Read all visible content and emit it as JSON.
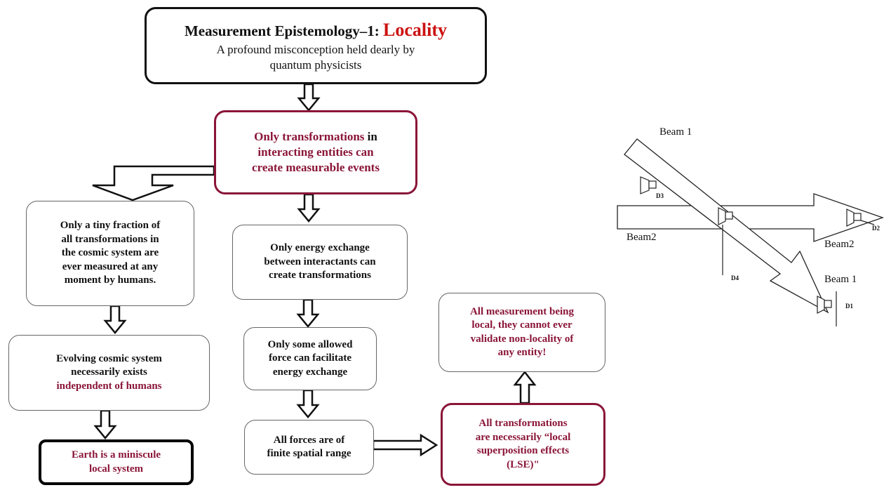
{
  "title_box": {
    "heading": "Measurement Epistemology–1:",
    "heading_highlight": "Locality",
    "subtitle_line1": "A profound misconception held dearly by",
    "subtitle_line2": "quantum physicists"
  },
  "center_box": {
    "line1_a": "Only transformations",
    "line1_b": " in",
    "line2": "interacting entities can",
    "line3": "create measurable events"
  },
  "left_column": {
    "box1": [
      "Only a tiny fraction of",
      "all transformations in",
      "the  cosmic system are",
      "ever measured at any",
      "moment by humans."
    ],
    "box2_line1": "Evolving cosmic system",
    "box2_line2": "necessarily exists",
    "box2_line3": "independent of humans",
    "box3": [
      "Earth is a miniscule",
      "local system"
    ]
  },
  "middle_column": {
    "box1": [
      "Only energy exchange",
      "between interactants can",
      "create transformations"
    ],
    "box2": [
      "Only some allowed",
      "force can facilitate",
      "energy exchange"
    ],
    "box3": [
      "All forces are of",
      "finite spatial range"
    ]
  },
  "right_column": {
    "lse_box": [
      "All transformations",
      "are necessarily “local",
      "superposition effects",
      "(LSE)\""
    ],
    "conclusion_box": [
      "All measurement being",
      "local, they cannot ever",
      "validate non-locality of",
      "any entity!"
    ]
  },
  "beam_diagram": {
    "beam1_top": "Beam 1",
    "beam2_left": "Beam2",
    "beam2_right": "Beam2",
    "beam1_bottom": "Beam 1",
    "detectors": [
      "D1",
      "D2",
      "D3",
      "D4"
    ]
  },
  "colors": {
    "maroon": "#8a1538",
    "red": "#cc1111"
  }
}
